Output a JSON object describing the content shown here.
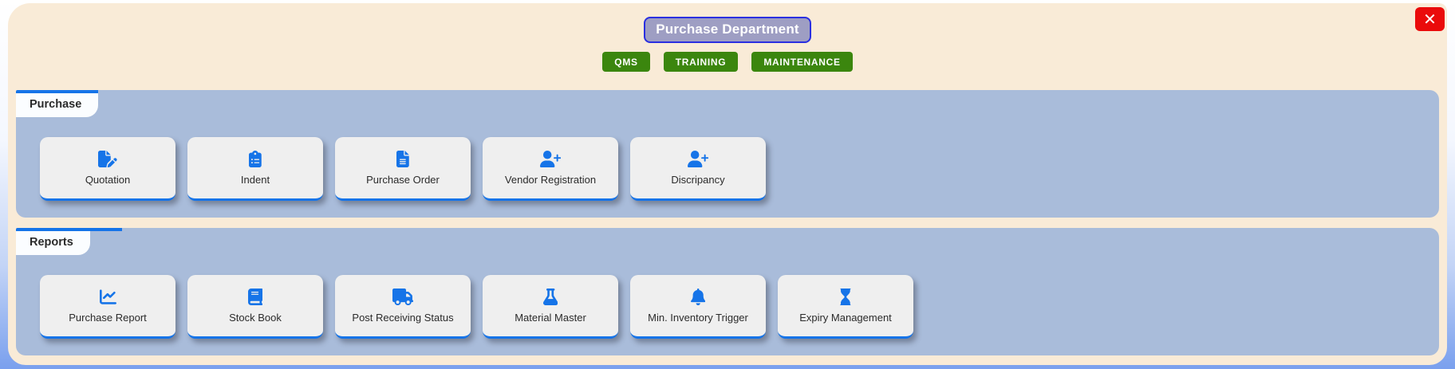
{
  "window": {
    "title": "Purchase Department",
    "close_label": "✕"
  },
  "nav_buttons": [
    {
      "label": "QMS"
    },
    {
      "label": "TRAINING"
    },
    {
      "label": "MAINTENANCE"
    }
  ],
  "sections": [
    {
      "tab": "Purchase",
      "items": [
        {
          "label": "Quotation",
          "icon": "file-pen-icon"
        },
        {
          "label": "Indent",
          "icon": "clipboard-list-icon"
        },
        {
          "label": "Purchase Order",
          "icon": "file-lines-icon"
        },
        {
          "label": "Vendor Registration",
          "icon": "user-plus-icon"
        },
        {
          "label": "Discripancy",
          "icon": "user-plus-icon"
        }
      ]
    },
    {
      "tab": "Reports",
      "items": [
        {
          "label": "Purchase Report",
          "icon": "chart-line-icon"
        },
        {
          "label": "Stock Book",
          "icon": "book-icon"
        },
        {
          "label": "Post Receiving Status",
          "icon": "truck-icon"
        },
        {
          "label": "Material Master",
          "icon": "flask-icon"
        },
        {
          "label": "Min. Inventory Trigger",
          "icon": "bell-icon"
        },
        {
          "label": "Expiry Management",
          "icon": "hourglass-icon"
        }
      ]
    }
  ],
  "colors": {
    "accent_blue": "#1674e8",
    "button_green": "#3b860e",
    "close_red": "#ea0b0b",
    "panel_blue": "#a9bcda",
    "window_cream": "#f9ebd7",
    "title_bg": "#9e9ec3",
    "title_border": "#2a2fe0",
    "card_bg": "#efefef"
  }
}
